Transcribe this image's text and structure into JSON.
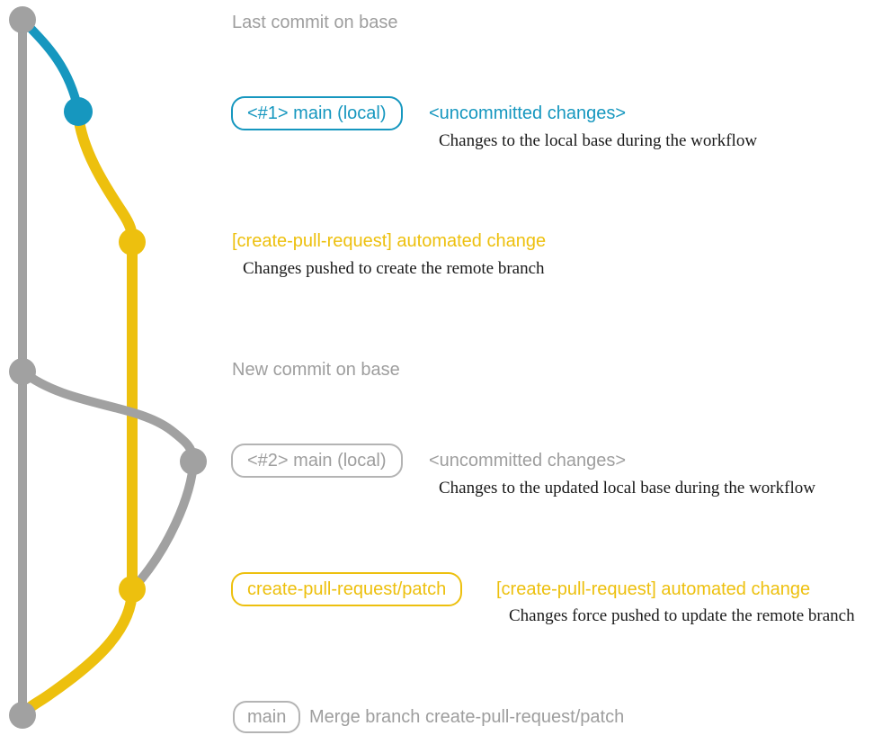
{
  "colors": {
    "branch_gray": "#a1a1a1",
    "branch_blue": "#1697bf",
    "branch_yellow": "#edc00e",
    "label_gray_text": "#9e9e9e",
    "label_gray_border": "#b4b4b4",
    "desc_text": "#1a1a1a"
  },
  "graph": {
    "commits": [
      {
        "id": "base-last",
        "color": "gray"
      },
      {
        "id": "local-1",
        "color": "blue"
      },
      {
        "id": "remote-1",
        "color": "yellow"
      },
      {
        "id": "base-new",
        "color": "gray"
      },
      {
        "id": "local-2",
        "color": "gray"
      },
      {
        "id": "remote-2",
        "color": "yellow"
      },
      {
        "id": "merge",
        "color": "gray"
      }
    ]
  },
  "annotations": {
    "last_commit": "Last commit on base",
    "new_commit": "New commit on base",
    "row1": {
      "badge": "<#1> main (local)",
      "title": "<uncommitted changes>",
      "desc": "Changes to the local base during the workflow"
    },
    "row2": {
      "title": "[create-pull-request] automated change",
      "desc": "Changes pushed to create the remote branch"
    },
    "row3": {
      "badge": "<#2> main (local)",
      "title": "<uncommitted changes>",
      "desc": "Changes to the updated local base during the workflow"
    },
    "row4": {
      "badge": "create-pull-request/patch",
      "title": "[create-pull-request] automated change",
      "desc": "Changes force pushed to update the remote branch"
    },
    "row5": {
      "badge": "main",
      "label": "Merge branch create-pull-request/patch"
    }
  }
}
